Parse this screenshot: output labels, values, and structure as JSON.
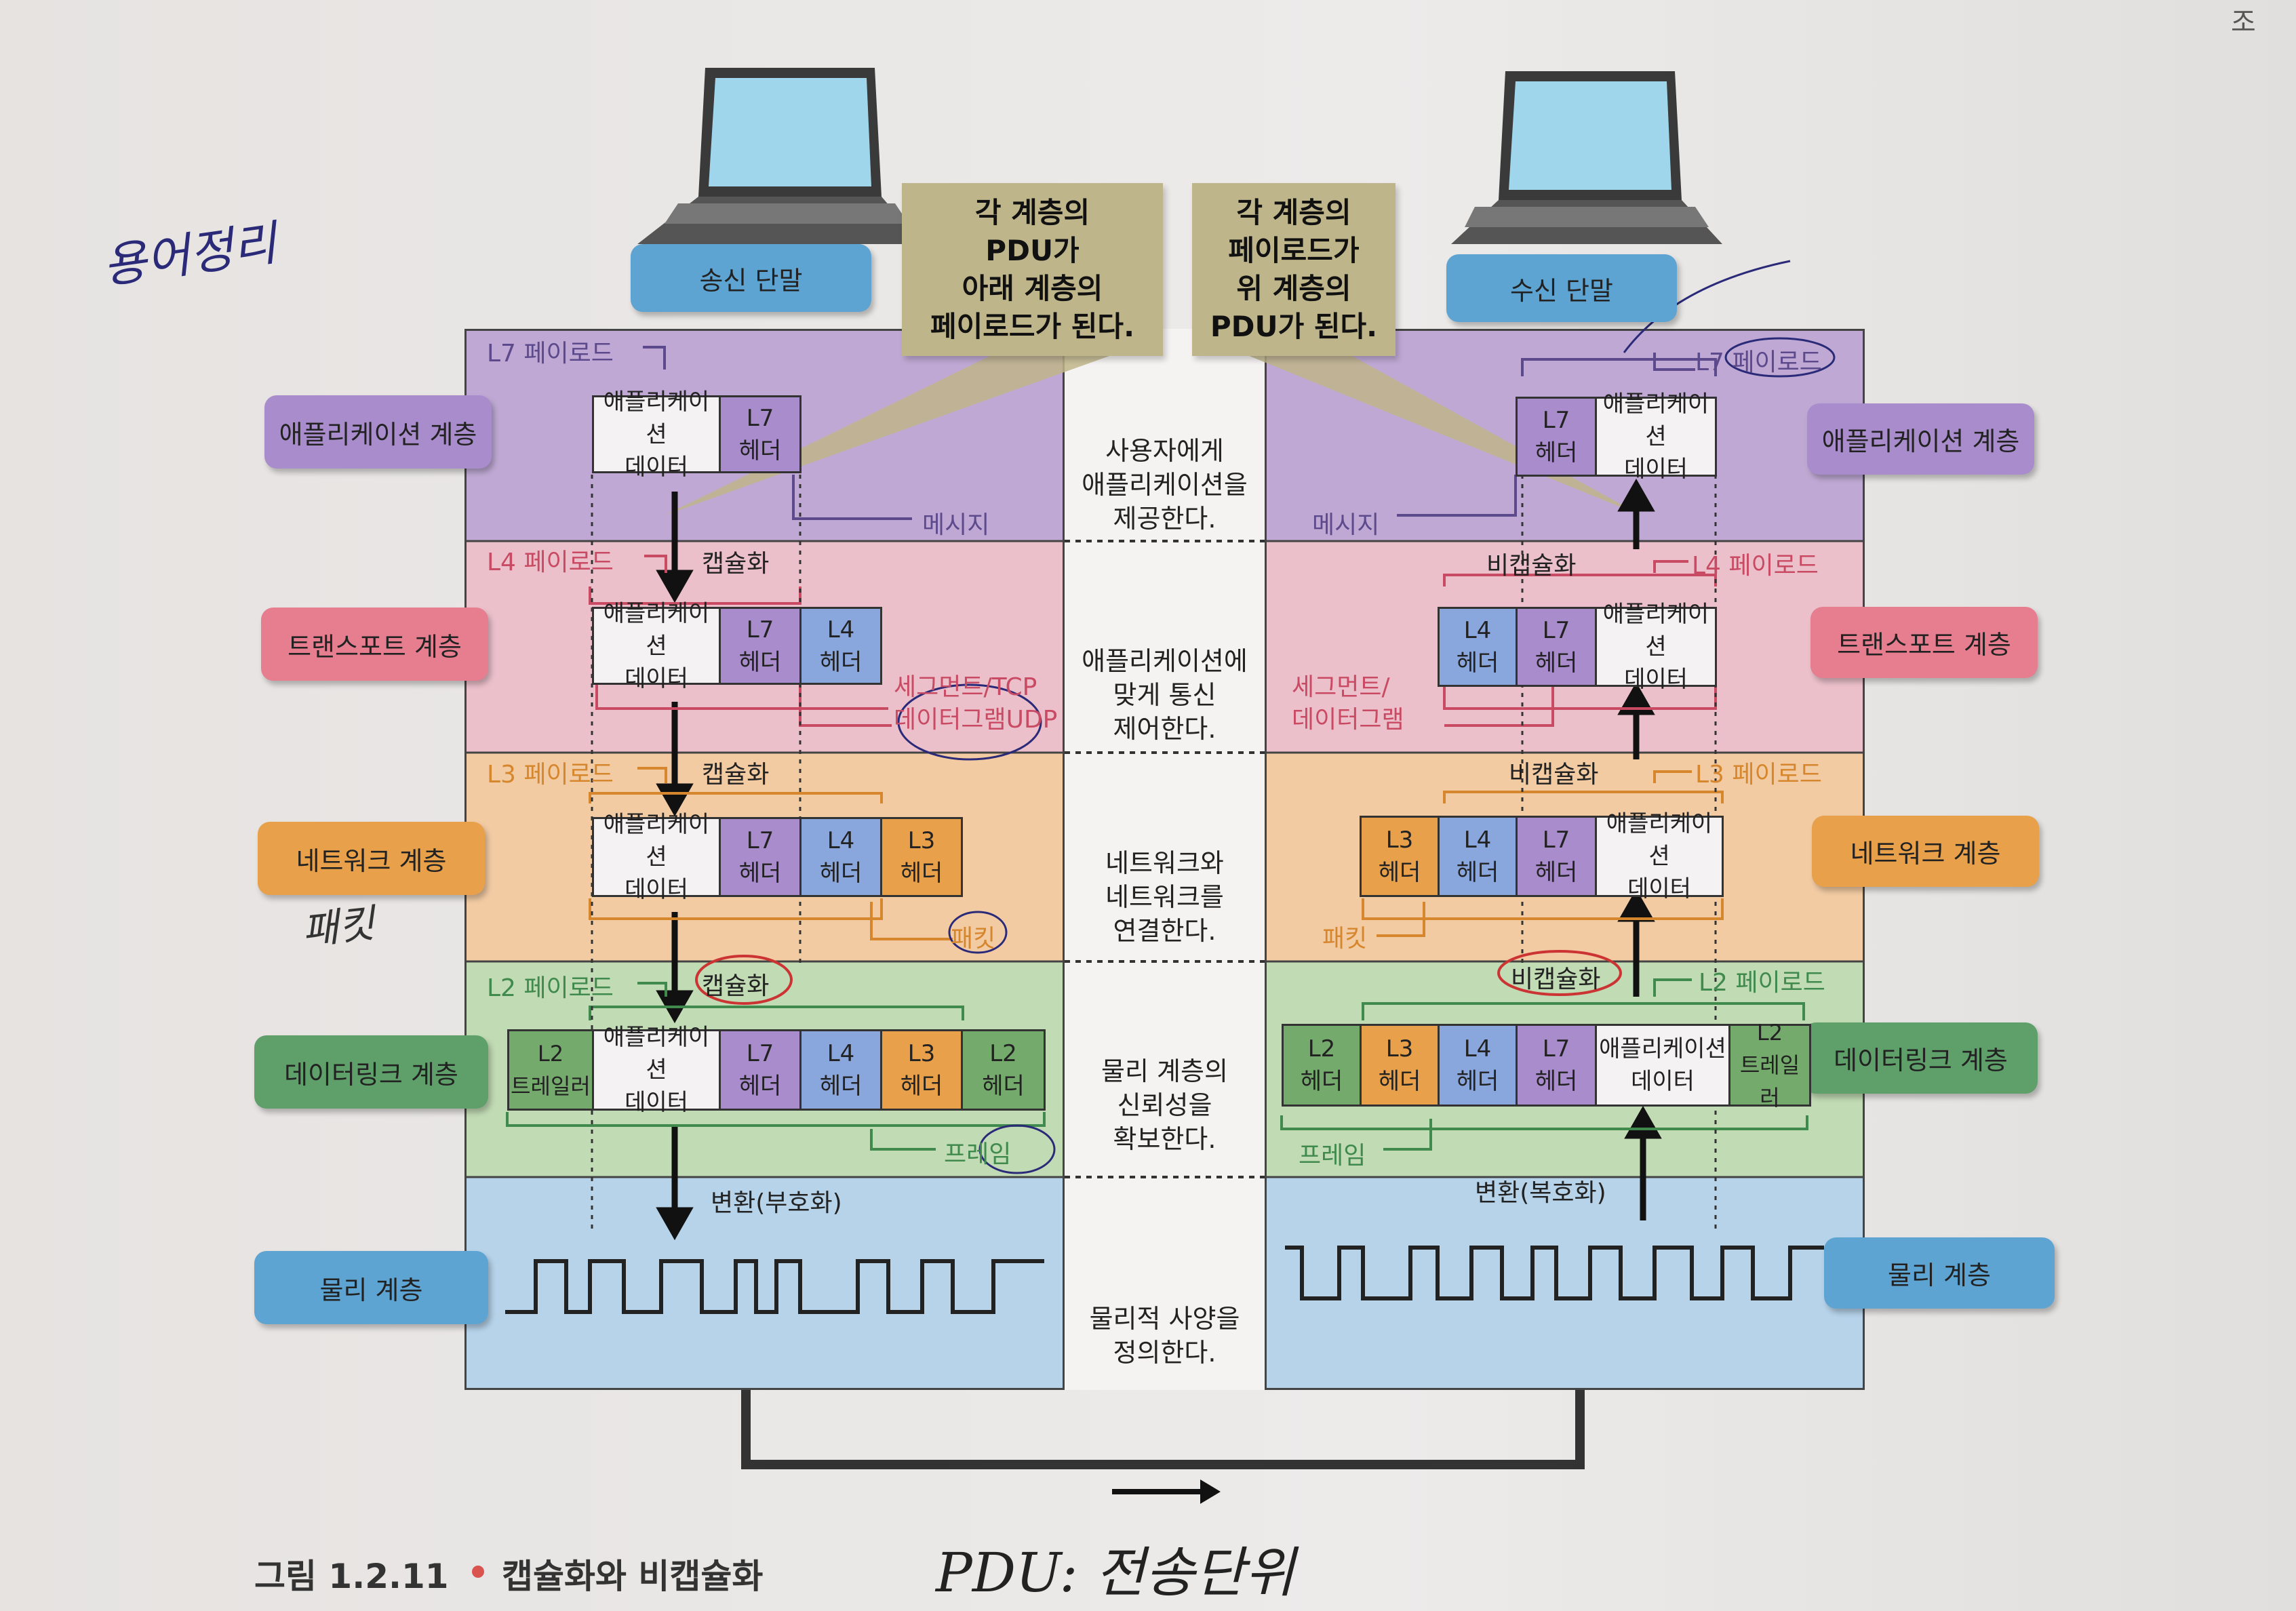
{
  "header": {
    "corner_text": "조"
  },
  "diagram": {
    "sender_label": "송신 단말",
    "receiver_label": "수신 단말",
    "callout_left": "각 계층의\nPDU가\n아래 계층의\n페이로드가 된다.",
    "callout_right": "각 계층의\n페이로드가\n위 계층의\nPDU가 된다.",
    "layers": {
      "l7": "애플리케이션 계층",
      "l4": "트랜스포트 계층",
      "l3": "네트워크 계층",
      "l2": "데이터링크 계층",
      "l1": "물리 계층"
    },
    "descriptions": {
      "l7": "사용자에게\n애플리케이션을\n제공한다.",
      "l4": "애플리케이션에\n맞게 통신\n제어한다.",
      "l3": "네트워크와\n네트워크를\n연결한다.",
      "l2": "물리 계층의\n신뢰성을\n확보한다.",
      "l1": "물리적 사양을\n정의한다."
    },
    "payloads": {
      "l7": "L7 페이로드",
      "l4": "L4 페이로드",
      "l3": "L3 페이로드",
      "l2": "L2 페이로드"
    },
    "pdus": {
      "message": "메시지",
      "segment": "세그먼트/\n데이터그램",
      "segment_left": "세그먼트/TCP\n데이터그램UDP",
      "packet": "패킷",
      "frame": "프레임"
    },
    "actions": {
      "encap": "캡슐화",
      "decap": "비캡슐화",
      "encode": "변환(부호화)",
      "decode": "변환(복호화)"
    },
    "cells": {
      "app_data": "애플리케이션\n데이터",
      "l7_header": "L7\n헤더",
      "l4_header": "L4\n헤더",
      "l3_header": "L3\n헤더",
      "l2_header": "L2\n헤더",
      "l2_trailer": "L2\n트레일러"
    }
  },
  "caption": {
    "figure_no": "그림 1.2.11",
    "title": "캡슐화와 비캡슐화"
  },
  "handwriting": {
    "note_top": "용어정리",
    "note_packet": "패킷",
    "note_pdu": "PDU: 전송단위"
  },
  "colors": {
    "purple": "#b9a3cf",
    "pink": "#eab9c4",
    "orange": "#f0c59b",
    "green": "#bcd7ae",
    "blue": "#b2cfe8",
    "l7_header": "#a98ccc",
    "l4_header": "#8aa7dd",
    "l3_header": "#e8a14a",
    "l2_header": "#74aa6c"
  }
}
